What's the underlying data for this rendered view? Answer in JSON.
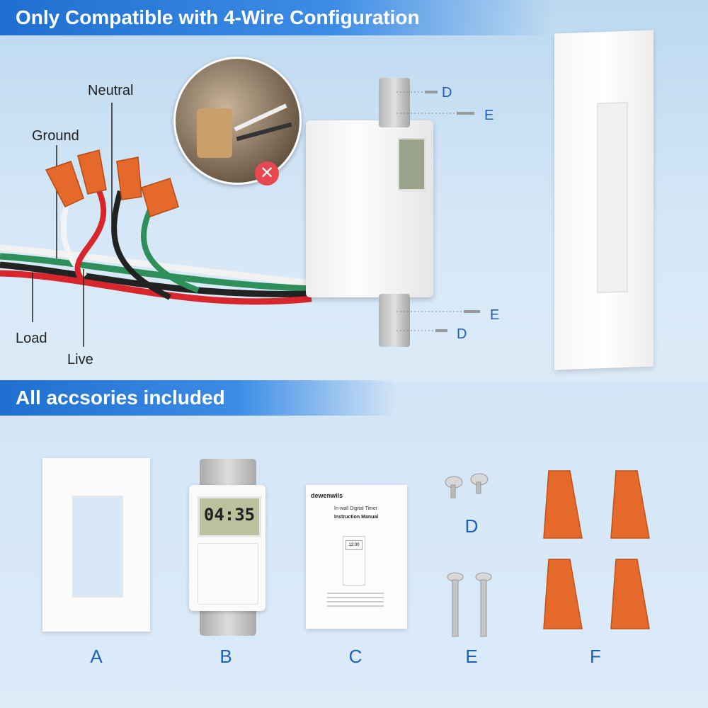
{
  "banners": {
    "top": "Only Compatible with 4-Wire Configuration",
    "bottom": "All accsories included"
  },
  "wires": {
    "neutral": "Neutral",
    "ground": "Ground",
    "load": "Load",
    "live": "Live"
  },
  "screw_labels": {
    "d_top": "D",
    "e_top": "E",
    "e_bottom": "E",
    "d_bottom": "D"
  },
  "timer_display": "04:35",
  "manual": {
    "brand": "dewenwils",
    "subtitle": "In-wall Digital Timer",
    "title": "Instruction Manual",
    "mini_display": "12:00"
  },
  "parts": [
    "A",
    "B",
    "C",
    "D",
    "E",
    "F"
  ],
  "colors": {
    "accent": "#1f6fd1",
    "wire_nut": "#e4692a",
    "error": "#e8484f"
  }
}
